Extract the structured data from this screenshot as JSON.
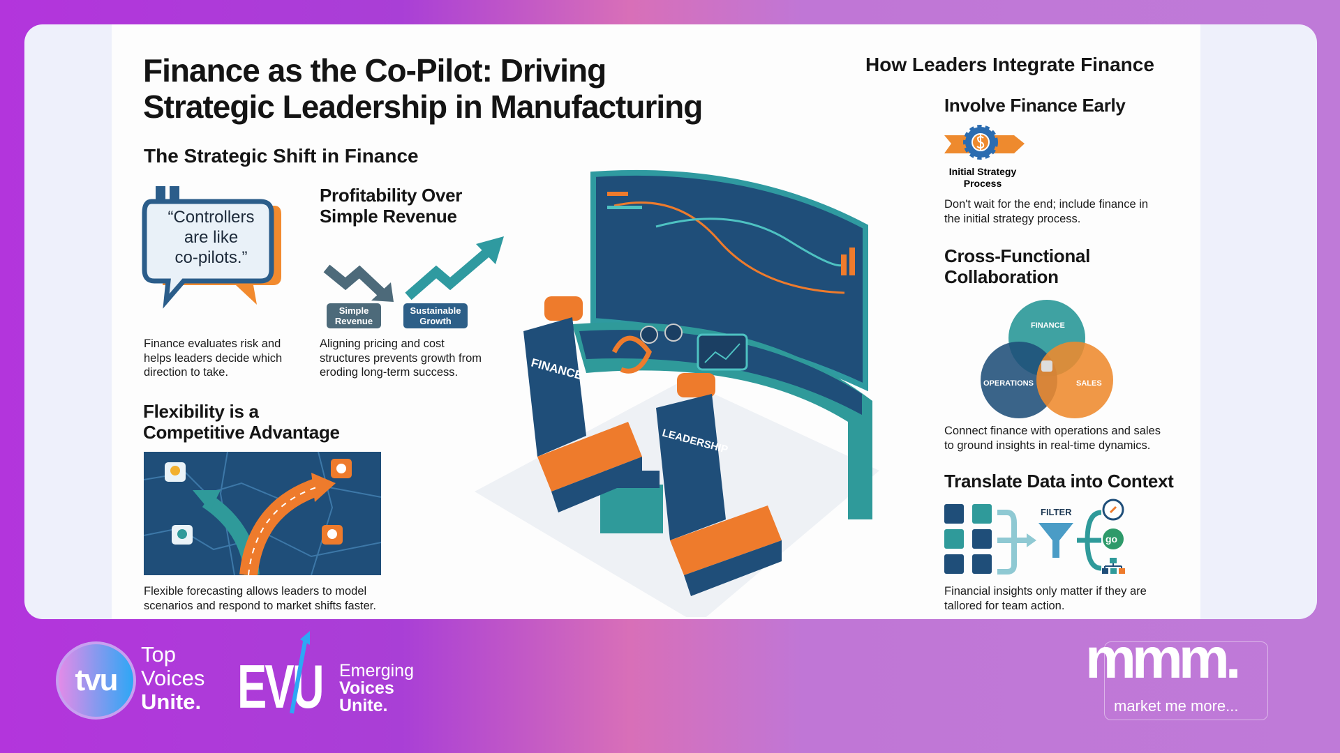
{
  "title": "Finance as the Co-Pilot: Driving Strategic Leadership in Manufacturing",
  "title_lines": [
    "Finance as the Co-Pilot: Driving",
    "Strategic Leadership in Manufacturing"
  ],
  "left": {
    "heading": "The Strategic Shift in Finance",
    "quote": {
      "lines": [
        "“Controllers",
        "are like",
        "co-pilots.”"
      ],
      "caption": [
        "Finance evaluates risk and",
        "helps leaders decide which",
        "direction to take."
      ]
    },
    "profitability": {
      "heading": [
        "Profitability Over",
        "Simple Revenue"
      ],
      "labels": [
        [
          "Simple",
          "Revenue"
        ],
        [
          "Sustainable",
          "Growth"
        ]
      ],
      "caption": [
        "Aligning pricing and cost",
        "structures prevents growth from",
        "eroding long-term success."
      ]
    },
    "flexibility": {
      "heading": [
        "Flexibility is a",
        "Competitive Advantage"
      ],
      "caption": [
        "Flexible forecasting allows leaders to model",
        "scenarios and respond to market shifts faster."
      ]
    }
  },
  "illustration": {
    "seat_labels": [
      "FINANCE",
      "LEADERSHIP"
    ]
  },
  "right": {
    "heading": "How Leaders Integrate Finance",
    "involve": {
      "heading": "Involve Finance Early",
      "icon_label": [
        "Initial Strategy",
        "Process"
      ],
      "caption": [
        "Don't wait for the end; include finance in",
        "the initial strategy process."
      ]
    },
    "collab": {
      "heading": [
        "Cross-Functional",
        "Collaboration"
      ],
      "venn": [
        "FINANCE",
        "OPERATIONS",
        "SALES"
      ],
      "caption": [
        "Connect finance with operations and sales",
        "to ground insights in real-time dynamics."
      ]
    },
    "translate": {
      "heading": "Translate Data into Context",
      "filter_label": "FILTER",
      "go_label": "go",
      "caption": [
        "Financial insights only matter if they are",
        "tallored for team action."
      ]
    }
  },
  "footer": {
    "tvu": {
      "badge": "tvu",
      "lines": [
        "Top",
        "Voices",
        "Unite."
      ]
    },
    "evu": {
      "badge": "EVU",
      "lines": [
        "Emerging",
        "Voices",
        "Unite."
      ]
    },
    "mmm": {
      "logo": "mmm.",
      "tagline": "market me more..."
    }
  },
  "colors": {
    "navy": "#1f4e79",
    "teal": "#2f9a9a",
    "orange": "#ee7b2c",
    "bg_purple": "#b335dc",
    "bg_pink": "#d86fb8"
  }
}
